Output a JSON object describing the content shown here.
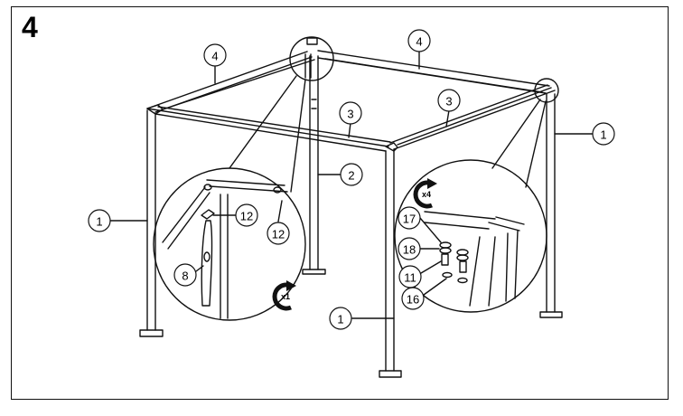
{
  "step": {
    "number": "4"
  },
  "callouts": {
    "c1_right": "1",
    "c1_left": "1",
    "c1_bottom": "1",
    "c2": "2",
    "c3_left": "3",
    "c3_right": "3",
    "c4_left": "4",
    "c4_right": "4",
    "c8": "8",
    "c12_a": "12",
    "c12_b": "12",
    "c17": "17",
    "c18": "18",
    "c11": "11",
    "c16": "16"
  },
  "rotations": {
    "left_detail": "x1",
    "right_detail": "x4"
  },
  "colors": {
    "line": "#111111",
    "background": "#ffffff"
  }
}
